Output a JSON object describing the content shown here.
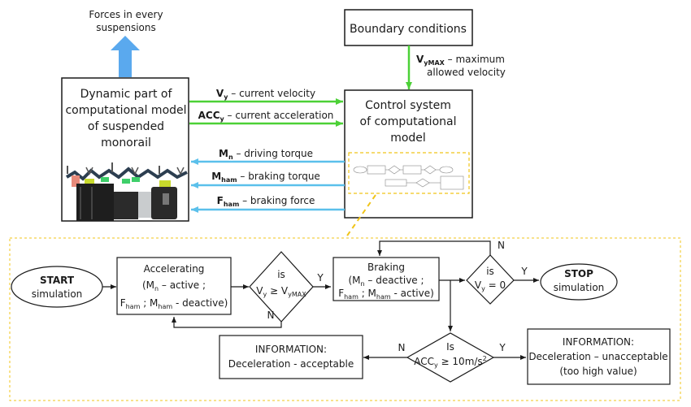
{
  "top": {
    "forces_label": [
      "Forces in every",
      "suspensions"
    ],
    "boundary_box": "Boundary conditions",
    "vymax_label": {
      "main": "V",
      "sub": "yMAX",
      "rest": " – maximum",
      "line2": "allowed velocity"
    },
    "dynamic_box": [
      "Dynamic part of",
      "computational model",
      "of suspended",
      "monorail"
    ],
    "control_box": [
      "Control system",
      "of computational",
      "model"
    ],
    "signals": [
      {
        "main": "V",
        "sub": "y",
        "rest": " – current velocity",
        "direction": "right",
        "color": "#4cd137"
      },
      {
        "main": "ACC",
        "sub": "y",
        "rest": " – current acceleration",
        "direction": "right",
        "color": "#4cd137"
      },
      {
        "main": "M",
        "sub": "n",
        "rest": " – driving torque",
        "direction": "left",
        "color": "#5bc0eb"
      },
      {
        "main": "M",
        "sub": "ham",
        "rest": " – braking torque",
        "direction": "left",
        "color": "#5bc0eb"
      },
      {
        "main": "F",
        "sub": "ham",
        "rest": " – braking force",
        "direction": "left",
        "color": "#5bc0eb"
      }
    ]
  },
  "flowchart": {
    "start": {
      "bold": "START",
      "text": "simulation"
    },
    "accelerating": {
      "title": "Accelerating",
      "line2_a": "(M",
      "line2_sub": "n",
      "line2_b": " – active ;",
      "line3_a": "F",
      "line3_sub1": "ham",
      "line3_b": " ; M",
      "line3_sub2": "ham",
      "line3_c": " - deactive)"
    },
    "decision1": {
      "top": "is",
      "a": "V",
      "sub1": "y",
      "b": " ≥ V",
      "sub2": "yMAX"
    },
    "braking": {
      "title": "Braking",
      "line2_a": "(M",
      "line2_sub": "n",
      "line2_b": " – deactive ;",
      "line3_a": "F",
      "line3_sub1": "ham",
      "line3_b": " ; M",
      "line3_sub2": "ham",
      "line3_c": " - active)"
    },
    "decision2": {
      "top": "is",
      "a": "V",
      "sub1": "y",
      "b": " = 0"
    },
    "stop": {
      "bold": "STOP",
      "text": "simulation"
    },
    "decision3": {
      "top": "Is",
      "a": "ACC",
      "sub1": "y",
      "b": " ≥ 10m/s",
      "sup": "2"
    },
    "info_ok": [
      "INFORMATION:",
      "Deceleration - acceptable"
    ],
    "info_bad": [
      "INFORMATION:",
      "Deceleration – unacceptable",
      "(too high value)"
    ],
    "yes": "Y",
    "no": "N"
  },
  "colors": {
    "green_arrow": "#4cd137",
    "blue_arrow": "#5bc0eb",
    "up_arrow": "#5aa9ee",
    "dashed_box": "#f0c419"
  }
}
